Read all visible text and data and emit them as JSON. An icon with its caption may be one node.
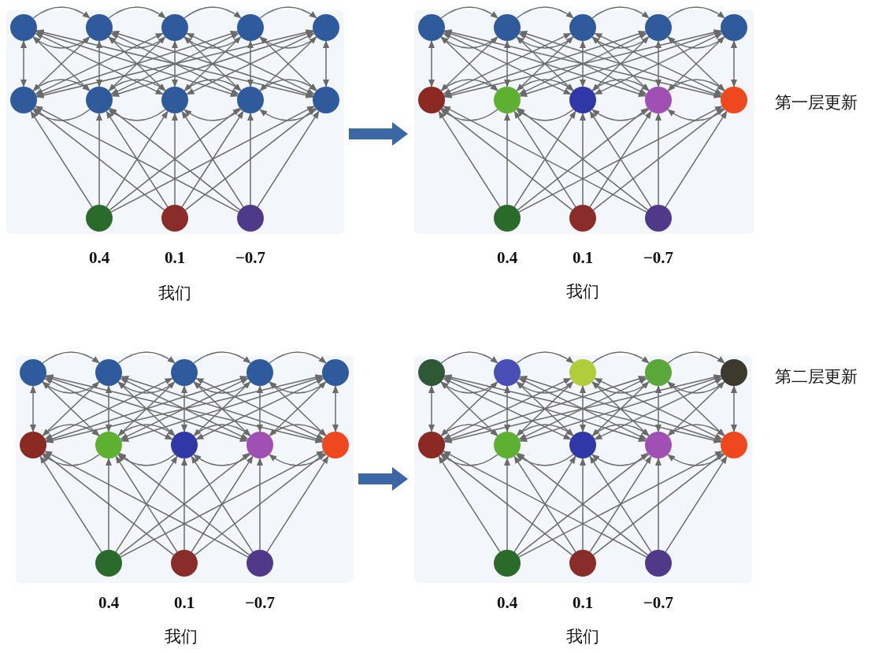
{
  "diagram": {
    "nodes": [
      {
        "text": [],
        "shape": "circle",
        "in": 52
      },
      {
        "text": [],
        "shape": "circle",
        "in": 52
      },
      {
        "text": [],
        "shape": "circle",
        "in": 52
      },
      {
        "text": [],
        "shape": "circle",
        "in": 52
      },
      {
        "text": [],
        "shape": "circle",
        "in": 52
      },
      {
        "text": [],
        "shape": "circle",
        "in": 52
      },
      {
        "text": [],
        "shape": "circle",
        "in": 52
      },
      {
        "text": [],
        "shape": "circle",
        "in": 52
      },
      {
        "text": [],
        "shape": "circle",
        "in": 52
      },
      {
        "text": [],
        "shape": "circle",
        "in": 52
      },
      {
        "text": [],
        "shape": "circle",
        "in": 52,
        "beside": [
          "0.4"
        ]
      },
      {
        "text": [],
        "shape": "circle",
        "in": 52,
        "beside": [
          "0.1"
        ]
      },
      {
        "text": [],
        "shape": "circle",
        "in": 52,
        "beside": [
          "−0.7"
        ]
      },
      {
        "text": [],
        "shape": "circle",
        "in": 53
      },
      {
        "text": [],
        "shape": "circle",
        "in": 53
      },
      {
        "text": [],
        "shape": "circle",
        "in": 53
      },
      {
        "text": [],
        "shape": "circle",
        "in": 53
      },
      {
        "text": [],
        "shape": "circle",
        "in": 53
      },
      {
        "text": [],
        "shape": "circle",
        "in": 53
      },
      {
        "text": [],
        "shape": "circle",
        "in": 53
      },
      {
        "text": [],
        "shape": "circle",
        "in": 53
      },
      {
        "text": [],
        "shape": "circle",
        "in": 53
      },
      {
        "text": [],
        "shape": "circle",
        "in": 53
      },
      {
        "text": [],
        "shape": "circle",
        "in": 53,
        "beside": [
          "0.4"
        ]
      },
      {
        "text": [],
        "shape": "circle",
        "in": 53,
        "beside": [
          "0.1"
        ]
      },
      {
        "text": [],
        "shape": "circle",
        "in": 53,
        "beside": [
          "−0.7"
        ]
      },
      {
        "text": [],
        "shape": "circle",
        "in": 54
      },
      {
        "text": [],
        "shape": "circle",
        "in": 54
      },
      {
        "text": [],
        "shape": "circle",
        "in": 54
      },
      {
        "text": [],
        "shape": "circle",
        "in": 54
      },
      {
        "text": [],
        "shape": "circle",
        "in": 54
      },
      {
        "text": [],
        "shape": "circle",
        "in": 54
      },
      {
        "text": [],
        "shape": "circle",
        "in": 54
      },
      {
        "text": [],
        "shape": "circle",
        "in": 54
      },
      {
        "text": [],
        "shape": "circle",
        "in": 54
      },
      {
        "text": [],
        "shape": "circle",
        "in": 54
      },
      {
        "text": [],
        "shape": "circle",
        "in": 54,
        "beside": [
          "0.4"
        ]
      },
      {
        "text": [],
        "shape": "circle",
        "in": 54,
        "beside": [
          "0.1"
        ]
      },
      {
        "text": [],
        "shape": "circle",
        "in": 54,
        "beside": [
          "−0.7"
        ]
      },
      {
        "text": [],
        "shape": "circle",
        "in": 55
      },
      {
        "text": [],
        "shape": "circle",
        "in": 55
      },
      {
        "text": [],
        "shape": "circle",
        "in": 55
      },
      {
        "text": [],
        "shape": "circle",
        "in": 55
      },
      {
        "text": [],
        "shape": "circle",
        "in": 55
      },
      {
        "text": [],
        "shape": "circle",
        "in": 55
      },
      {
        "text": [],
        "shape": "circle",
        "in": 55
      },
      {
        "text": [],
        "shape": "circle",
        "in": 55
      },
      {
        "text": [],
        "shape": "circle",
        "in": 55
      },
      {
        "text": [],
        "shape": "circle",
        "in": 55
      },
      {
        "text": [],
        "shape": "circle",
        "in": 55,
        "beside": [
          "0.4"
        ]
      },
      {
        "text": [],
        "shape": "circle",
        "in": 55,
        "beside": [
          "0.1"
        ]
      },
      {
        "text": [],
        "shape": "circle",
        "in": 55,
        "beside": [
          "−0.7"
        ]
      },
      {
        "text": [],
        "shape": "picture"
      },
      {
        "text": [],
        "shape": "picture"
      },
      {
        "text": [],
        "shape": "picture"
      },
      {
        "text": [],
        "shape": "picture"
      }
    ],
    "edges": [
      {
        "from": 0,
        "to": 1,
        "arrow": "to"
      },
      {
        "from": 1,
        "to": 0,
        "arrow": "to"
      },
      {
        "from": 1,
        "to": 2,
        "arrow": "to"
      },
      {
        "from": 2,
        "to": 1,
        "arrow": "to"
      },
      {
        "from": 2,
        "to": 3,
        "arrow": "to"
      },
      {
        "from": 3,
        "to": 2,
        "arrow": "to"
      },
      {
        "from": 3,
        "to": 4,
        "arrow": "to"
      },
      {
        "from": 4,
        "to": 3,
        "arrow": "to"
      },
      {
        "from": 5,
        "to": 6,
        "arrow": "to"
      },
      {
        "from": 6,
        "to": 5,
        "arrow": "to"
      },
      {
        "from": 6,
        "to": 7,
        "arrow": "to"
      },
      {
        "from": 7,
        "to": 6,
        "arrow": "to"
      },
      {
        "from": 7,
        "to": 8,
        "arrow": "to"
      },
      {
        "from": 8,
        "to": 7,
        "arrow": "to"
      },
      {
        "from": 8,
        "to": 9,
        "arrow": "to"
      },
      {
        "from": 9,
        "to": 8,
        "arrow": "to"
      },
      {
        "from": 10,
        "to": 5,
        "arrow": "to"
      },
      {
        "from": 10,
        "to": 6,
        "arrow": "to"
      },
      {
        "from": 10,
        "to": 7,
        "arrow": "to"
      },
      {
        "from": 10,
        "to": 8,
        "arrow": "to"
      },
      {
        "from": 10,
        "to": 9,
        "arrow": "to"
      },
      {
        "from": 11,
        "to": 5,
        "arrow": "to"
      },
      {
        "from": 11,
        "to": 6,
        "arrow": "to"
      },
      {
        "from": 11,
        "to": 7,
        "arrow": "to"
      },
      {
        "from": 11,
        "to": 8,
        "arrow": "to"
      },
      {
        "from": 11,
        "to": 9,
        "arrow": "to"
      },
      {
        "from": 12,
        "to": 5,
        "arrow": "to"
      },
      {
        "from": 12,
        "to": 6,
        "arrow": "to"
      },
      {
        "from": 12,
        "to": 7,
        "arrow": "to"
      },
      {
        "from": 12,
        "to": 8,
        "arrow": "to"
      },
      {
        "from": 12,
        "to": 9,
        "arrow": "to"
      },
      {
        "from": 5,
        "to": 0,
        "arrow": "both"
      },
      {
        "from": 5,
        "to": 1,
        "arrow": "both"
      },
      {
        "from": 5,
        "to": 2,
        "arrow": "both"
      },
      {
        "from": 5,
        "to": 3,
        "arrow": "both"
      },
      {
        "from": 5,
        "to": 4,
        "arrow": "both"
      },
      {
        "from": 6,
        "to": 0,
        "arrow": "both"
      },
      {
        "from": 6,
        "to": 1,
        "arrow": "both"
      },
      {
        "from": 6,
        "to": 2,
        "arrow": "both"
      },
      {
        "from": 6,
        "to": 3,
        "arrow": "both"
      },
      {
        "from": 6,
        "to": 4,
        "arrow": "both"
      },
      {
        "from": 7,
        "to": 0,
        "arrow": "both"
      },
      {
        "from": 7,
        "to": 1,
        "arrow": "both"
      },
      {
        "from": 7,
        "to": 2,
        "arrow": "both"
      },
      {
        "from": 7,
        "to": 3,
        "arrow": "both"
      },
      {
        "from": 7,
        "to": 4,
        "arrow": "both"
      },
      {
        "from": 8,
        "to": 0,
        "arrow": "both"
      },
      {
        "from": 8,
        "to": 1,
        "arrow": "both"
      },
      {
        "from": 8,
        "to": 2,
        "arrow": "both"
      },
      {
        "from": 8,
        "to": 3,
        "arrow": "both"
      },
      {
        "from": 8,
        "to": 4,
        "arrow": "both"
      },
      {
        "from": 9,
        "to": 0,
        "arrow": "both"
      },
      {
        "from": 9,
        "to": 1,
        "arrow": "both"
      },
      {
        "from": 9,
        "to": 2,
        "arrow": "both"
      },
      {
        "from": 9,
        "to": 3,
        "arrow": "both"
      },
      {
        "from": 9,
        "to": 4,
        "arrow": "both"
      },
      {
        "from": 13,
        "to": 14,
        "arrow": "to"
      },
      {
        "from": 14,
        "to": 13,
        "arrow": "to"
      },
      {
        "from": 14,
        "to": 15,
        "arrow": "to"
      },
      {
        "from": 15,
        "to": 14,
        "arrow": "to"
      },
      {
        "from": 15,
        "to": 16,
        "arrow": "to"
      },
      {
        "from": 16,
        "to": 15,
        "arrow": "to"
      },
      {
        "from": 16,
        "to": 17,
        "arrow": "to"
      },
      {
        "from": 17,
        "to": 16,
        "arrow": "to"
      },
      {
        "from": 18,
        "to": 19,
        "arrow": "to"
      },
      {
        "from": 19,
        "to": 18,
        "arrow": "to"
      },
      {
        "from": 19,
        "to": 20,
        "arrow": "to"
      },
      {
        "from": 20,
        "to": 19,
        "arrow": "to"
      },
      {
        "from": 20,
        "to": 21,
        "arrow": "to"
      },
      {
        "from": 21,
        "to": 20,
        "arrow": "to"
      },
      {
        "from": 21,
        "to": 22,
        "arrow": "to"
      },
      {
        "from": 22,
        "to": 21,
        "arrow": "to"
      },
      {
        "from": 23,
        "to": 18,
        "arrow": "to"
      },
      {
        "from": 23,
        "to": 19,
        "arrow": "to"
      },
      {
        "from": 23,
        "to": 20,
        "arrow": "to"
      },
      {
        "from": 23,
        "to": 21,
        "arrow": "to"
      },
      {
        "from": 23,
        "to": 22,
        "arrow": "to"
      },
      {
        "from": 24,
        "to": 18,
        "arrow": "to"
      },
      {
        "from": 24,
        "to": 19,
        "arrow": "to"
      },
      {
        "from": 24,
        "to": 20,
        "arrow": "to"
      },
      {
        "from": 24,
        "to": 21,
        "arrow": "to"
      },
      {
        "from": 24,
        "to": 22,
        "arrow": "to"
      },
      {
        "from": 25,
        "to": 18,
        "arrow": "to"
      },
      {
        "from": 25,
        "to": 19,
        "arrow": "to"
      },
      {
        "from": 25,
        "to": 20,
        "arrow": "to"
      },
      {
        "from": 25,
        "to": 21,
        "arrow": "to"
      },
      {
        "from": 25,
        "to": 22,
        "arrow": "to"
      },
      {
        "from": 18,
        "to": 13,
        "arrow": "both"
      },
      {
        "from": 18,
        "to": 14,
        "arrow": "both"
      },
      {
        "from": 18,
        "to": 15,
        "arrow": "both"
      },
      {
        "from": 18,
        "to": 16,
        "arrow": "both"
      },
      {
        "from": 18,
        "to": 17,
        "arrow": "both"
      },
      {
        "from": 19,
        "to": 13,
        "arrow": "both"
      },
      {
        "from": 19,
        "to": 14,
        "arrow": "both"
      },
      {
        "from": 19,
        "to": 15,
        "arrow": "both"
      },
      {
        "from": 19,
        "to": 16,
        "arrow": "both"
      },
      {
        "from": 19,
        "to": 17,
        "arrow": "both"
      },
      {
        "from": 20,
        "to": 13,
        "arrow": "both"
      },
      {
        "from": 20,
        "to": 14,
        "arrow": "both"
      },
      {
        "from": 20,
        "to": 15,
        "arrow": "both"
      },
      {
        "from": 20,
        "to": 16,
        "arrow": "both"
      },
      {
        "from": 20,
        "to": 17,
        "arrow": "both"
      },
      {
        "from": 21,
        "to": 13,
        "arrow": "both"
      },
      {
        "from": 21,
        "to": 14,
        "arrow": "both"
      },
      {
        "from": 21,
        "to": 15,
        "arrow": "both"
      },
      {
        "from": 21,
        "to": 16,
        "arrow": "both"
      },
      {
        "from": 21,
        "to": 17,
        "arrow": "both"
      },
      {
        "from": 22,
        "to": 13,
        "arrow": "both"
      },
      {
        "from": 22,
        "to": 14,
        "arrow": "both"
      },
      {
        "from": 22,
        "to": 15,
        "arrow": "both"
      },
      {
        "from": 22,
        "to": 16,
        "arrow": "both"
      },
      {
        "from": 22,
        "to": 17,
        "arrow": "both"
      },
      {
        "from": 26,
        "to": 27,
        "arrow": "to"
      },
      {
        "from": 27,
        "to": 26,
        "arrow": "to"
      },
      {
        "from": 27,
        "to": 28,
        "arrow": "to"
      },
      {
        "from": 28,
        "to": 27,
        "arrow": "to"
      },
      {
        "from": 28,
        "to": 29,
        "arrow": "to"
      },
      {
        "from": 29,
        "to": 28,
        "arrow": "to"
      },
      {
        "from": 29,
        "to": 30,
        "arrow": "to"
      },
      {
        "from": 30,
        "to": 29,
        "arrow": "to"
      },
      {
        "from": 31,
        "to": 32,
        "arrow": "to"
      },
      {
        "from": 32,
        "to": 31,
        "arrow": "to"
      },
      {
        "from": 32,
        "to": 33,
        "arrow": "to"
      },
      {
        "from": 33,
        "to": 32,
        "arrow": "to"
      },
      {
        "from": 33,
        "to": 34,
        "arrow": "to"
      },
      {
        "from": 34,
        "to": 33,
        "arrow": "to"
      },
      {
        "from": 34,
        "to": 35,
        "arrow": "to"
      },
      {
        "from": 35,
        "to": 34,
        "arrow": "to"
      },
      {
        "from": 36,
        "to": 31,
        "arrow": "to"
      },
      {
        "from": 36,
        "to": 32,
        "arrow": "to"
      },
      {
        "from": 36,
        "to": 33,
        "arrow": "to"
      },
      {
        "from": 36,
        "to": 34,
        "arrow": "to"
      },
      {
        "from": 36,
        "to": 35,
        "arrow": "to"
      },
      {
        "from": 37,
        "to": 31,
        "arrow": "to"
      },
      {
        "from": 37,
        "to": 32,
        "arrow": "to"
      },
      {
        "from": 37,
        "to": 33,
        "arrow": "to"
      },
      {
        "from": 37,
        "to": 34,
        "arrow": "to"
      },
      {
        "from": 37,
        "to": 35,
        "arrow": "to"
      },
      {
        "from": 38,
        "to": 31,
        "arrow": "to"
      },
      {
        "from": 38,
        "to": 32,
        "arrow": "to"
      },
      {
        "from": 38,
        "to": 33,
        "arrow": "to"
      },
      {
        "from": 38,
        "to": 34,
        "arrow": "to"
      },
      {
        "from": 38,
        "to": 35,
        "arrow": "to"
      },
      {
        "from": 31,
        "to": 26,
        "arrow": "both"
      },
      {
        "from": 31,
        "to": 27,
        "arrow": "both"
      },
      {
        "from": 31,
        "to": 28,
        "arrow": "both"
      },
      {
        "from": 31,
        "to": 29,
        "arrow": "both"
      },
      {
        "from": 31,
        "to": 30,
        "arrow": "both"
      },
      {
        "from": 32,
        "to": 26,
        "arrow": "both"
      },
      {
        "from": 32,
        "to": 27,
        "arrow": "both"
      },
      {
        "from": 32,
        "to": 28,
        "arrow": "both"
      },
      {
        "from": 32,
        "to": 29,
        "arrow": "both"
      },
      {
        "from": 32,
        "to": 30,
        "arrow": "both"
      },
      {
        "from": 33,
        "to": 26,
        "arrow": "both"
      },
      {
        "from": 33,
        "to": 27,
        "arrow": "both"
      },
      {
        "from": 33,
        "to": 28,
        "arrow": "both"
      },
      {
        "from": 33,
        "to": 29,
        "arrow": "both"
      },
      {
        "from": 33,
        "to": 30,
        "arrow": "both"
      },
      {
        "from": 34,
        "to": 26,
        "arrow": "both"
      },
      {
        "from": 34,
        "to": 27,
        "arrow": "both"
      },
      {
        "from": 34,
        "to": 28,
        "arrow": "both"
      },
      {
        "from": 34,
        "to": 29,
        "arrow": "both"
      },
      {
        "from": 34,
        "to": 30,
        "arrow": "both"
      },
      {
        "from": 35,
        "to": 26,
        "arrow": "both"
      },
      {
        "from": 35,
        "to": 27,
        "arrow": "both"
      },
      {
        "from": 35,
        "to": 28,
        "arrow": "both"
      },
      {
        "from": 35,
        "to": 29,
        "arrow": "both"
      },
      {
        "from": 35,
        "to": 30,
        "arrow": "both"
      },
      {
        "from": 39,
        "to": 40,
        "arrow": "to"
      },
      {
        "from": 40,
        "to": 39,
        "arrow": "to"
      },
      {
        "from": 40,
        "to": 41,
        "arrow": "to"
      },
      {
        "from": 41,
        "to": 40,
        "arrow": "to"
      },
      {
        "from": 41,
        "to": 42,
        "arrow": "to"
      },
      {
        "from": 42,
        "to": 41,
        "arrow": "to"
      },
      {
        "from": 42,
        "to": 43,
        "arrow": "to"
      },
      {
        "from": 43,
        "to": 42,
        "arrow": "to"
      },
      {
        "from": 44,
        "to": 45,
        "arrow": "to"
      },
      {
        "from": 45,
        "to": 44,
        "arrow": "to"
      },
      {
        "from": 45,
        "to": 46,
        "arrow": "to"
      },
      {
        "from": 46,
        "to": 45,
        "arrow": "to"
      },
      {
        "from": 46,
        "to": 47,
        "arrow": "to"
      },
      {
        "from": 47,
        "to": 46,
        "arrow": "to"
      },
      {
        "from": 47,
        "to": 48,
        "arrow": "to"
      },
      {
        "from": 48,
        "to": 47,
        "arrow": "to"
      },
      {
        "from": 49,
        "to": 44,
        "arrow": "to"
      },
      {
        "from": 49,
        "to": 45,
        "arrow": "to"
      },
      {
        "from": 49,
        "to": 46,
        "arrow": "to"
      },
      {
        "from": 49,
        "to": 47,
        "arrow": "to"
      },
      {
        "from": 49,
        "to": 48,
        "arrow": "to"
      },
      {
        "from": 50,
        "to": 44,
        "arrow": "to"
      },
      {
        "from": 50,
        "to": 45,
        "arrow": "to"
      },
      {
        "from": 50,
        "to": 46,
        "arrow": "to"
      },
      {
        "from": 50,
        "to": 47,
        "arrow": "to"
      },
      {
        "from": 50,
        "to": 48,
        "arrow": "to"
      },
      {
        "from": 51,
        "to": 44,
        "arrow": "to"
      },
      {
        "from": 51,
        "to": 45,
        "arrow": "to"
      },
      {
        "from": 51,
        "to": 46,
        "arrow": "to"
      },
      {
        "from": 51,
        "to": 47,
        "arrow": "to"
      },
      {
        "from": 51,
        "to": 48,
        "arrow": "to"
      },
      {
        "from": 44,
        "to": 39,
        "arrow": "both"
      },
      {
        "from": 44,
        "to": 40,
        "arrow": "both"
      },
      {
        "from": 44,
        "to": 41,
        "arrow": "both"
      },
      {
        "from": 44,
        "to": 42,
        "arrow": "both"
      },
      {
        "from": 44,
        "to": 43,
        "arrow": "both"
      },
      {
        "from": 45,
        "to": 39,
        "arrow": "both"
      },
      {
        "from": 45,
        "to": 40,
        "arrow": "both"
      },
      {
        "from": 45,
        "to": 41,
        "arrow": "both"
      },
      {
        "from": 45,
        "to": 42,
        "arrow": "both"
      },
      {
        "from": 45,
        "to": 43,
        "arrow": "both"
      },
      {
        "from": 46,
        "to": 39,
        "arrow": "both"
      },
      {
        "from": 46,
        "to": 40,
        "arrow": "both"
      },
      {
        "from": 46,
        "to": 41,
        "arrow": "both"
      },
      {
        "from": 46,
        "to": 42,
        "arrow": "both"
      },
      {
        "from": 46,
        "to": 43,
        "arrow": "both"
      },
      {
        "from": 47,
        "to": 39,
        "arrow": "both"
      },
      {
        "from": 47,
        "to": 40,
        "arrow": "both"
      },
      {
        "from": 47,
        "to": 41,
        "arrow": "both"
      },
      {
        "from": 47,
        "to": 42,
        "arrow": "both"
      },
      {
        "from": 47,
        "to": 43,
        "arrow": "both"
      },
      {
        "from": 48,
        "to": 39,
        "arrow": "both"
      },
      {
        "from": 48,
        "to": 40,
        "arrow": "both"
      },
      {
        "from": 48,
        "to": 41,
        "arrow": "both"
      },
      {
        "from": 48,
        "to": 42,
        "arrow": "both"
      },
      {
        "from": 48,
        "to": 43,
        "arrow": "both"
      },
      {
        "from": 52,
        "to": 53,
        "arrow": "to",
        "style": "thick",
        "color": "#3b67a6"
      },
      {
        "from": 54,
        "to": 55,
        "arrow": "to",
        "style": "thick",
        "color": "#3b67a6"
      }
    ],
    "labels": [
      "第一层更新",
      "我们",
      "我们",
      "第二层更新",
      "我们",
      "我们"
    ]
  }
}
